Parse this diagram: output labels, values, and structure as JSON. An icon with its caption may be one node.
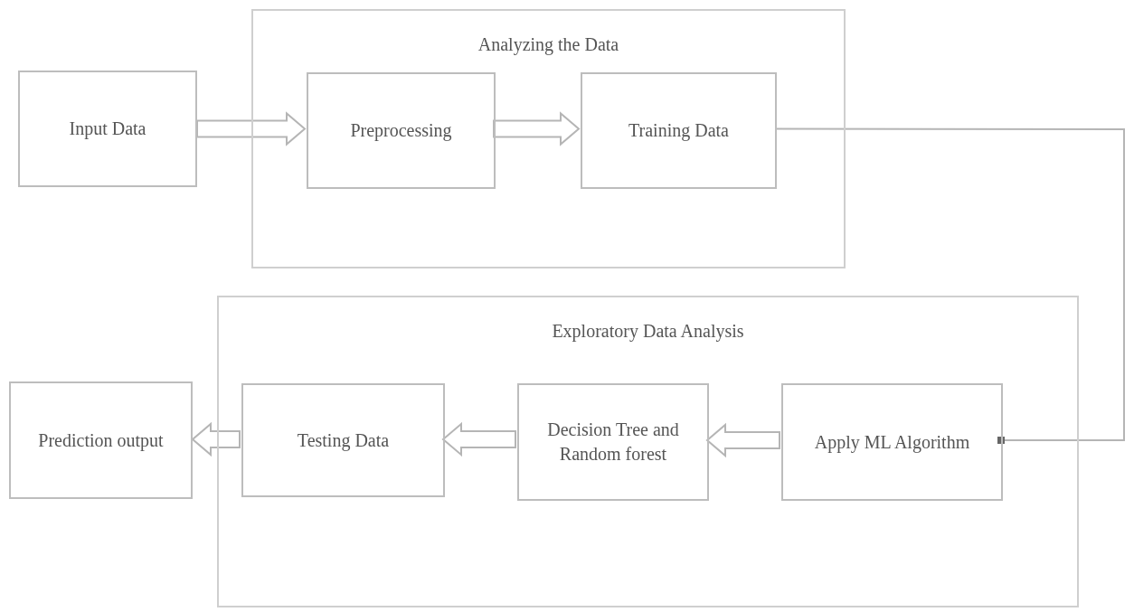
{
  "diagram": {
    "nodes": [
      {
        "text": [
          "Input Data"
        ]
      },
      {
        "text": [
          "Analyzing the Data"
        ]
      },
      {
        "text": [
          "Preprocessing"
        ],
        "in": 1
      },
      {
        "text": [
          "Training Data"
        ],
        "in": 1
      },
      {
        "text": [
          "Exploratory Data Analysis"
        ]
      },
      {
        "text": [
          "Prediction output"
        ]
      },
      {
        "text": [
          "Testing Data"
        ],
        "in": 4
      },
      {
        "text": [
          "Decision Tree and Random forest"
        ],
        "in": 4
      },
      {
        "text": [
          "Apply ML Algorithm"
        ],
        "in": 4
      }
    ],
    "edges": [
      {
        "from": 0,
        "to": 2,
        "arrow": "to",
        "style": "thick"
      },
      {
        "from": 2,
        "to": 3,
        "arrow": "to",
        "style": "thick"
      },
      {
        "from": 3,
        "to": 8,
        "arrow": "other"
      },
      {
        "from": 8,
        "to": 7,
        "arrow": "to",
        "style": "thick"
      },
      {
        "from": 7,
        "to": 6,
        "arrow": "to",
        "style": "thick"
      },
      {
        "from": 6,
        "to": 5,
        "arrow": "to",
        "style": "thick"
      }
    ]
  }
}
